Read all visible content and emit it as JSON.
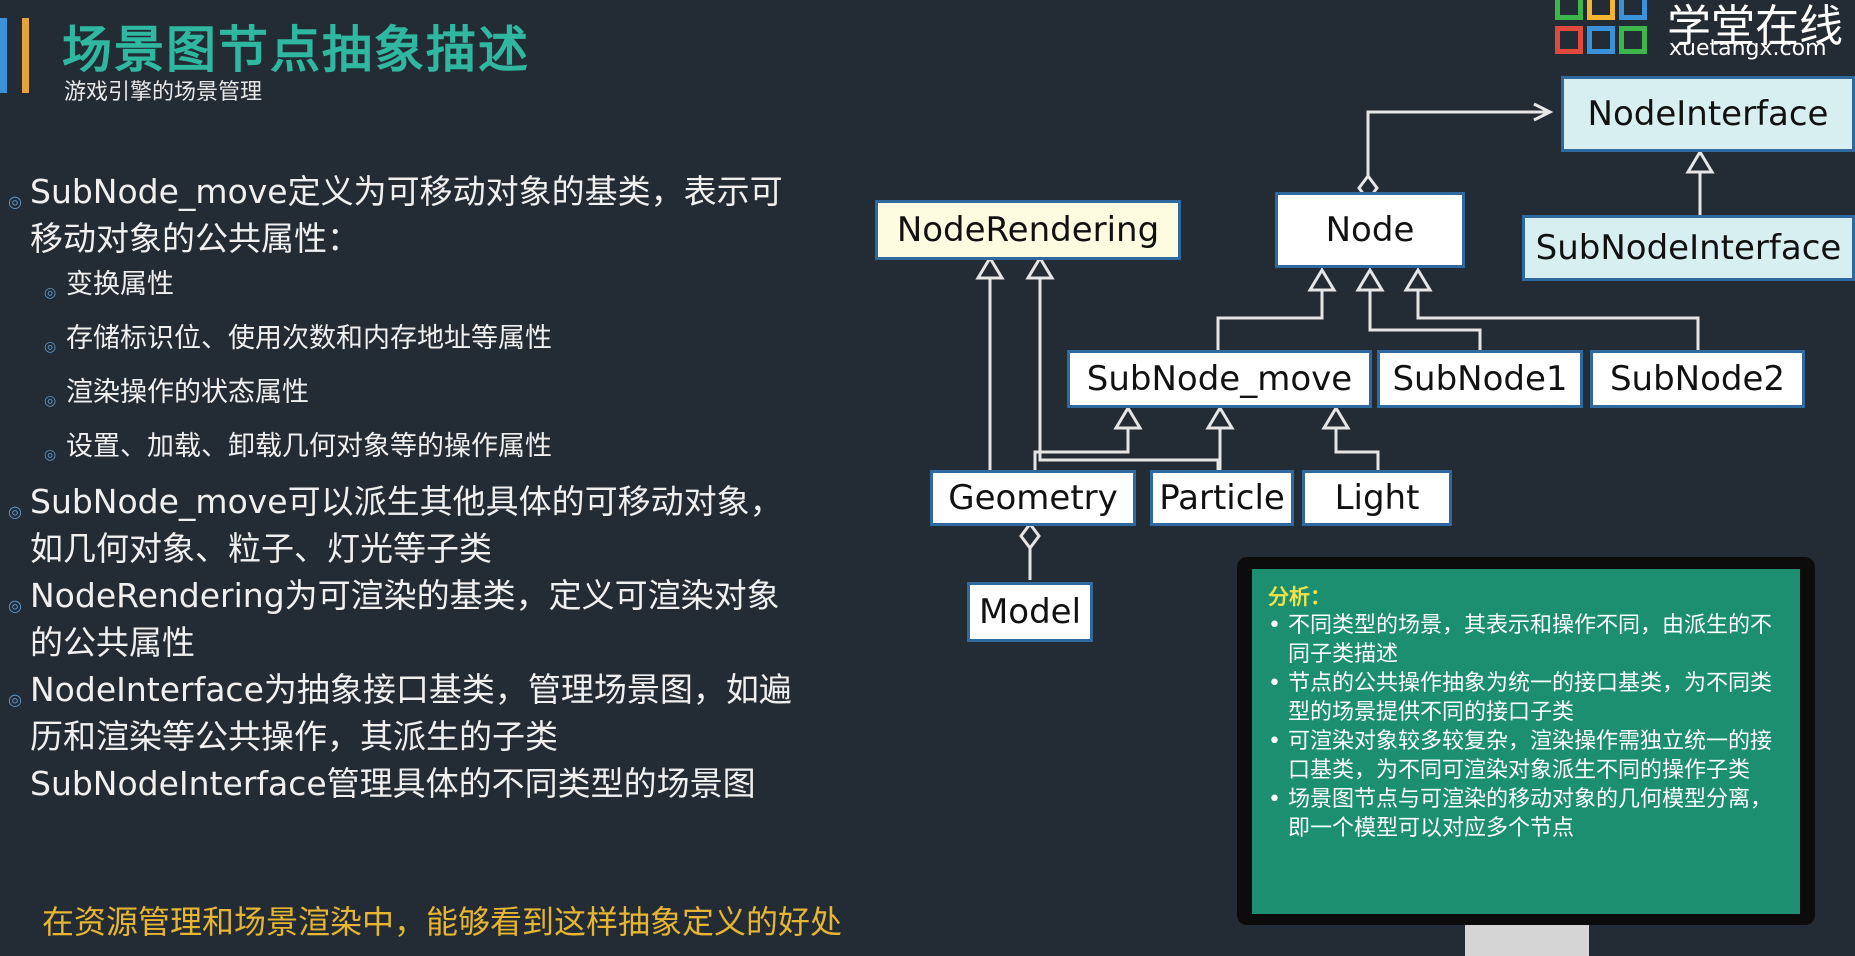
{
  "header": {
    "title": "场景图节点抽象描述",
    "subtitle": "游戏引擎的场景管理"
  },
  "logo": {
    "cn": "学堂在线",
    "en": "xuetangx.com"
  },
  "content": {
    "b1": "SubNode_move定义为可移动对象的基类，表示可移动对象的公共属性：",
    "b1_sub": [
      "变换属性",
      "存储标识位、使用次数和内存地址等属性",
      "渲染操作的状态属性",
      "设置、加载、卸载几何对象等的操作属性"
    ],
    "b2": "SubNode_move可以派生其他具体的可移动对象，如几何对象、粒子、灯光等子类",
    "b3": "NodeRendering为可渲染的基类，定义可渲染对象的公共属性",
    "b4": "NodeInterface为抽象接口基类，管理场景图，如遍历和渲染等公共操作，其派生的子类SubNodeInterface管理具体的不同类型的场景图",
    "highlight": "在资源管理和场景渲染中，能够看到这样抽象定义的好处"
  },
  "diagram": {
    "node_interface": "NodeInterface",
    "sub_node_interface": "SubNodeInterface",
    "node": "Node",
    "node_rendering": "NodeRendering",
    "sub_node_move": "SubNode_move",
    "sub_node1": "SubNode1",
    "sub_node2": "SubNode2",
    "geometry": "Geometry",
    "particle": "Particle",
    "light": "Light",
    "model": "Model"
  },
  "analysis": {
    "title": "分析：",
    "items": [
      "不同类型的场景，其表示和操作不同，由派生的不同子类描述",
      "节点的公共操作抽象为统一的接口基类，为不同类型的场景提供不同的接口子类",
      "可渲染对象较多较复杂，渲染操作需独立统一的接口基类，为不同可渲染对象派生不同的操作子类",
      "场景图节点与可渲染的移动对象的几何模型分离，即一个模型可以对应多个节点"
    ]
  },
  "colors": {
    "background": "#232b34",
    "title": "#2fb7a0",
    "highlight": "#e6b531",
    "analysis_bg": "#1b8f70",
    "analysis_title": "#f2e24a"
  }
}
